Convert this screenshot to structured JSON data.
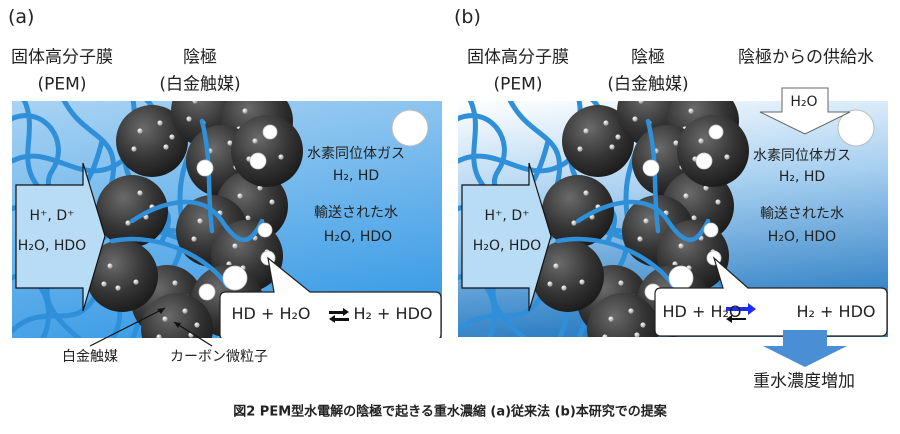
{
  "panels": [
    {
      "label": "(a)",
      "membrane_title": "固体高分子膜",
      "membrane_abbr": "(PEM)",
      "cathode_title": "陰極",
      "cathode_sub": "(白金触媒)",
      "ions": "H⁺, D⁺",
      "ions_water": "H₂O, HDO",
      "gas_title": "水素同位体ガス",
      "gas_species": "H₂, HD",
      "water_title": "輸送された水",
      "water_species": "H₂O, HDO",
      "reaction": {
        "left": "HD + H₂O",
        "right": "H₂ + HDO",
        "arrow": "equilibrium"
      },
      "annotations": {
        "platinum": "白金触媒",
        "carbon": "カーボン微粒子"
      }
    },
    {
      "label": "(b)",
      "membrane_title": "固体高分子膜",
      "membrane_abbr": "(PEM)",
      "cathode_title": "陰極",
      "cathode_sub": "(白金触媒)",
      "supply_title": "陰極からの供給水",
      "supply_species": "H₂O",
      "ions": "H⁺, D⁺",
      "ions_water": "H₂O, HDO",
      "gas_title": "水素同位体ガス",
      "gas_species": "H₂, HD",
      "water_title": "輸送された水",
      "water_species": "H₂O, HDO",
      "reaction": {
        "left": "HD + H₂O",
        "right": "H₂ + HDO",
        "arrow": "forward-favored"
      },
      "result": "重水濃度増加"
    }
  ],
  "caption": "図2 PEM型水電解の陰極で起きる重水濃縮 (a)従来法 (b)本研究での提案",
  "colors": {
    "polymer": "#2f8fd8",
    "sphere": "#3a3a3a",
    "forward_arrow": "#1a2cff",
    "result_arrow": "#4a8fd6"
  }
}
